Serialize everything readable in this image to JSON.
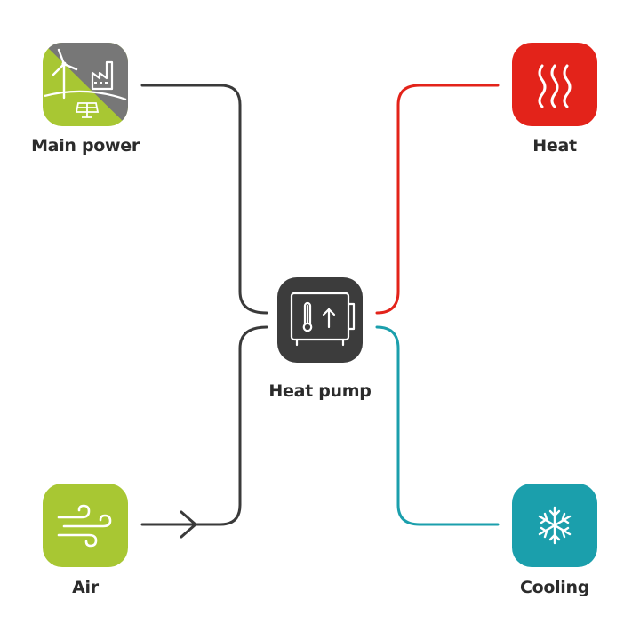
{
  "diagram": {
    "nodes": {
      "main_power": {
        "label": "Main power",
        "icon": "energy-mix-icon",
        "color": "#a8c733",
        "secondary_color": "#777777"
      },
      "heat": {
        "label": "Heat",
        "icon": "heat-waves-icon",
        "color": "#e3231a"
      },
      "heat_pump": {
        "label": "Heat pump",
        "icon": "heat-pump-icon",
        "color": "#3c3c3c"
      },
      "air": {
        "label": "Air",
        "icon": "wind-icon",
        "color": "#a8c733"
      },
      "cooling": {
        "label": "Cooling",
        "icon": "snowflake-icon",
        "color": "#1b9fac"
      }
    },
    "connectors": {
      "power_line": "#3a3a3a",
      "air_line": "#3a3a3a",
      "heat_line": "#e3231a",
      "cooling_line": "#1b9fac"
    }
  }
}
